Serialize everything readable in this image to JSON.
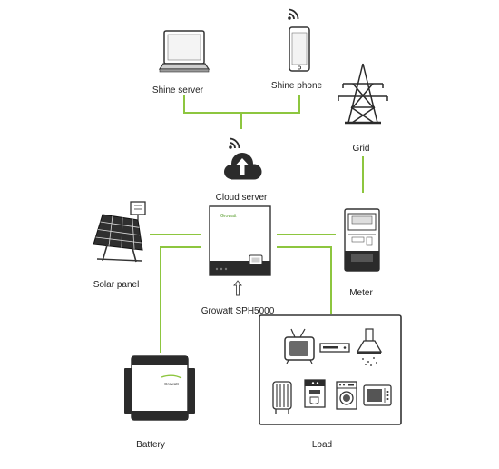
{
  "colors": {
    "line": "#8dc63f",
    "ink": "#333333",
    "dark": "#2b2b2b",
    "paper": "#ffffff"
  },
  "labels": {
    "shine_server": "Shine server",
    "shine_phone": "Shine phone",
    "grid": "Grid",
    "cloud_server": "Cloud server",
    "solar_panel": "Solar panel",
    "meter": "Meter",
    "inverter": "Growatt SPH5000",
    "battery": "Battery",
    "load": "Load"
  },
  "icons": {
    "shine_server": "laptop-icon",
    "shine_phone": "smartphone-icon",
    "grid": "transmission-tower-icon",
    "cloud": "cloud-upload-icon",
    "wifi": "wifi-icon",
    "solar": "solar-panel-icon",
    "inverter": "inverter-icon",
    "meter": "electric-meter-icon",
    "battery": "battery-icon",
    "load": [
      "tv-icon",
      "dvd-player-icon",
      "range-hood-icon",
      "radiator-icon",
      "coffee-machine-icon",
      "washing-machine-icon",
      "microwave-icon"
    ]
  }
}
